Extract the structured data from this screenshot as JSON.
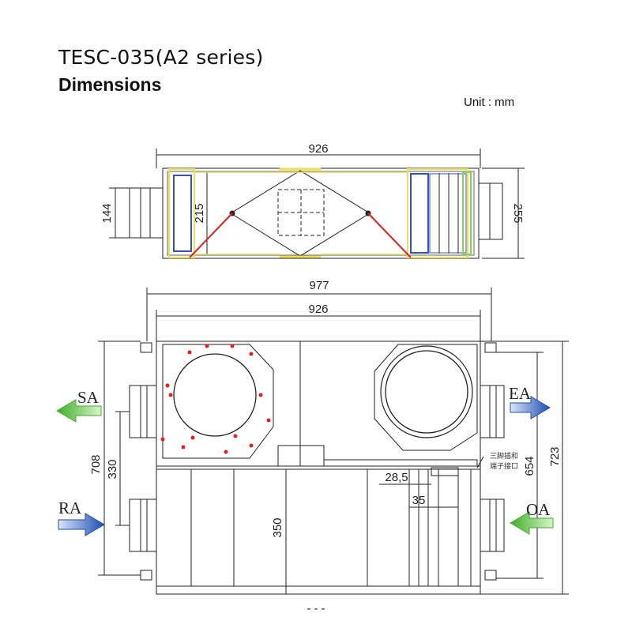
{
  "header": {
    "title": "TESC-035(A2 series)",
    "subtitle": "Dimensions",
    "unit": "Unit : mm"
  },
  "top_view": {
    "width_label": "926",
    "duct_height_label": "144",
    "inner_height_label": "215",
    "total_height_label": "255"
  },
  "front_view": {
    "overall_width_label": "977",
    "body_width_label": "926",
    "left_height_label": "708",
    "duct_spacing_label": "330",
    "lower_height_label": "350",
    "right_height_label": "654",
    "total_height_label": "723",
    "dim_28_5_label": "28,5",
    "dim_35_label": "35",
    "terminal_note_line1": "三脚插和",
    "terminal_note_line2": "端子接口",
    "bottom_mark": "- - -"
  },
  "airflows": {
    "sa": "SA",
    "ea": "EA",
    "ra": "RA",
    "oa": "OA"
  },
  "colors": {
    "supply_arrow": "#5fcf3a",
    "exhaust_arrow": "#2f5fbf",
    "filter_outline": "#f0e050",
    "filter_fill": "#3050d0",
    "bypass_line": "#e02020"
  }
}
